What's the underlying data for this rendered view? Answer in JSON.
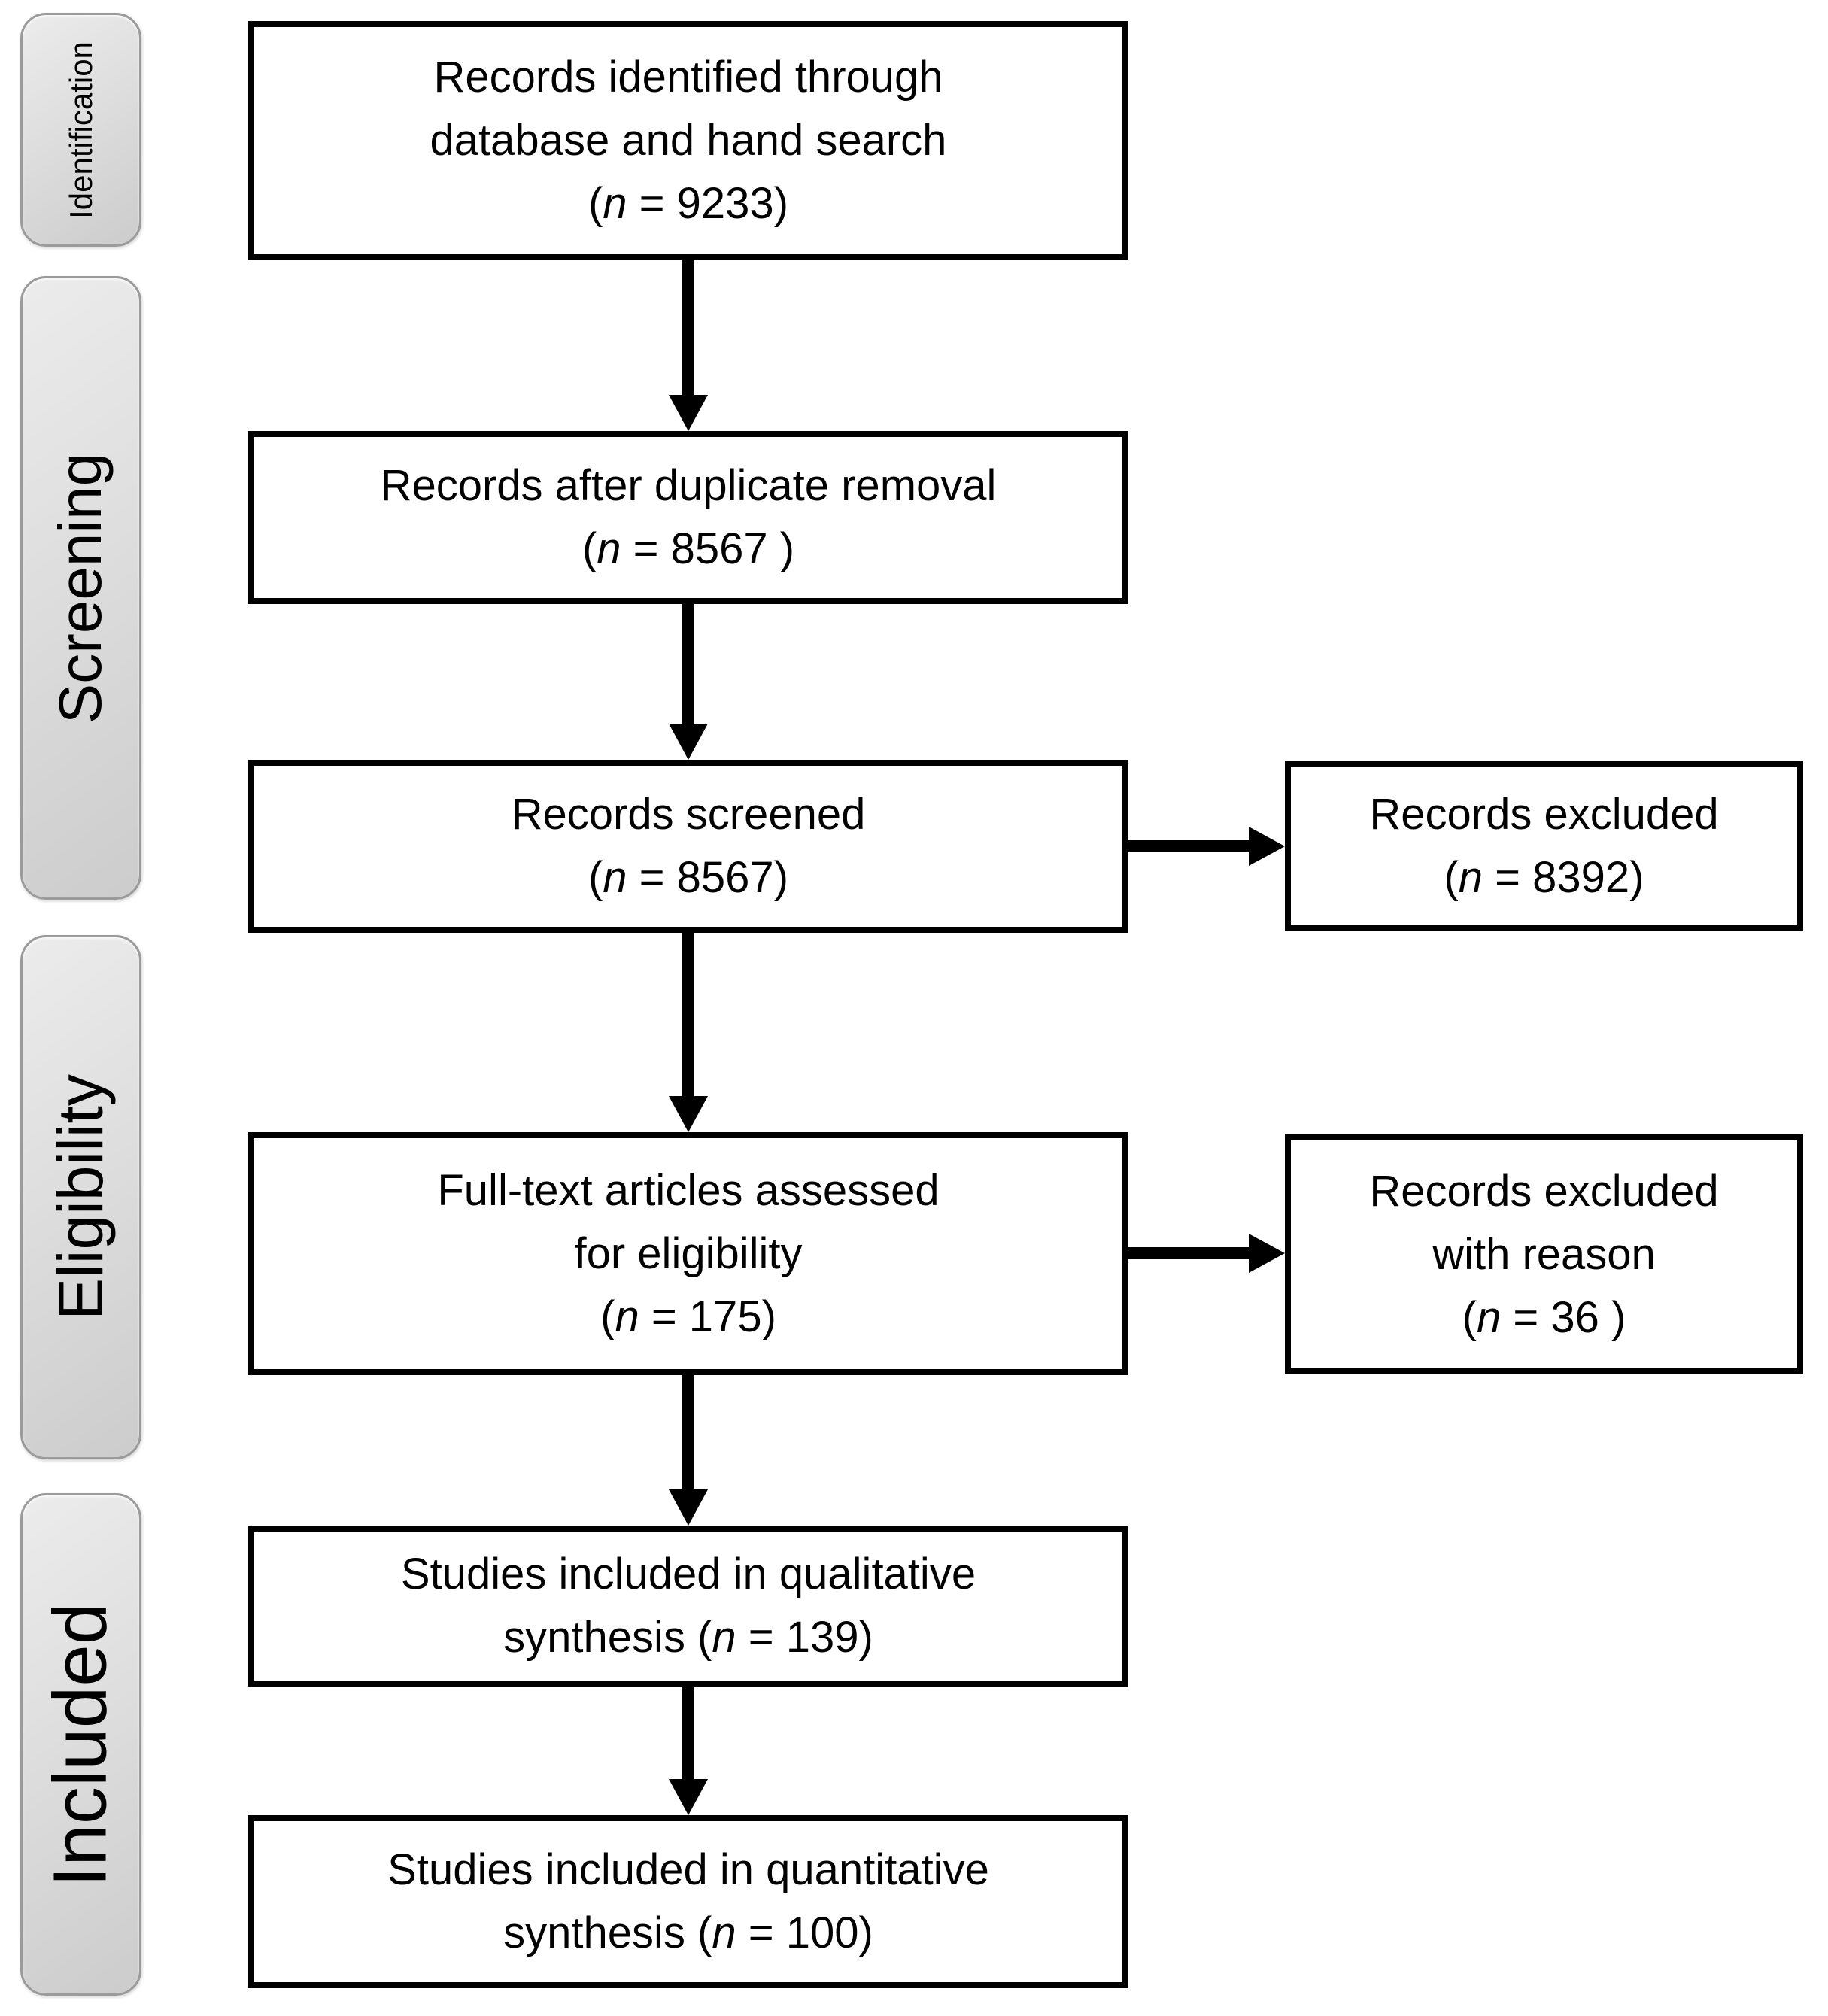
{
  "stages": [
    {
      "label": "Identification"
    },
    {
      "label": "Screening"
    },
    {
      "label": "Eligibility"
    },
    {
      "label": "Included"
    }
  ],
  "flow_boxes": [
    {
      "id": "records-identified",
      "lines": [
        "Records identified through",
        "database and hand search",
        "(n = 9233)"
      ]
    },
    {
      "id": "duplicate-removal",
      "lines": [
        "Records after duplicate removal",
        "(n = 8567 )"
      ]
    },
    {
      "id": "records-screened",
      "lines": [
        "Records screened",
        "(n = 8567)"
      ]
    },
    {
      "id": "fulltext-assessed",
      "lines": [
        "Full-text articles assessed",
        "for eligibility",
        "(n = 175)"
      ]
    },
    {
      "id": "qualitative-synthesis",
      "lines": [
        "Studies included in qualitative",
        "synthesis (n = 139)"
      ]
    },
    {
      "id": "quantitative-synthesis",
      "lines": [
        "Studies included in quantitative",
        "synthesis (n = 100)"
      ]
    }
  ],
  "side_boxes": [
    {
      "id": "records-excluded",
      "lines": [
        "Records excluded",
        "(n = 8392)"
      ]
    },
    {
      "id": "excluded-with-reason",
      "lines": [
        "Records excluded",
        "with reason",
        "(n = 36 )"
      ]
    }
  ],
  "counts": {
    "identified": "9233",
    "after_duplicates": "8567",
    "screened": "8567",
    "excluded": "8392",
    "fulltext_assessed": "175",
    "excluded_with_reason": "36",
    "qualitative": "139",
    "quantitative": "100"
  },
  "colors": {
    "box_border": "#000000",
    "box_fill": "#ffffff",
    "stage_fill": "#d9d9d9",
    "stage_border": "#9b9b9b",
    "arrow": "#000000",
    "text": "#000000",
    "background": "#ffffff"
  }
}
